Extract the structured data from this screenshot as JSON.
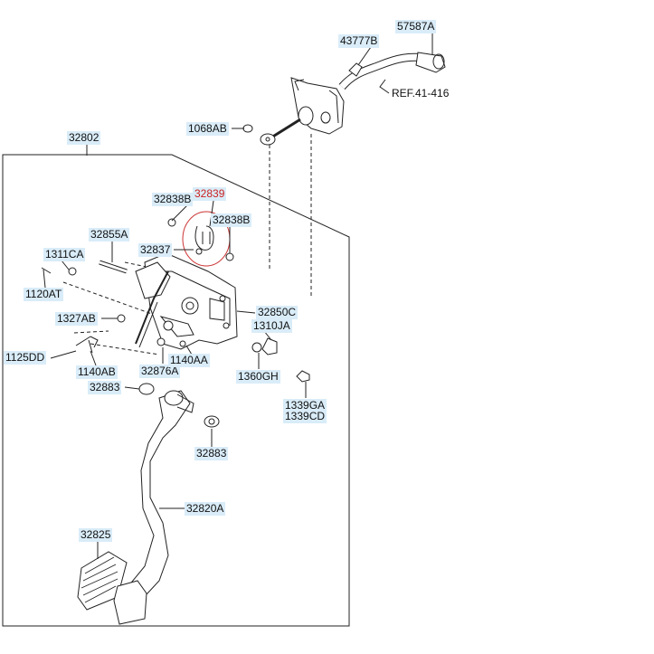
{
  "labels": {
    "p57587A": "57587A",
    "p43777B": "43777B",
    "ref": "REF.41-416",
    "p1068AB": "1068AB",
    "p32802": "32802",
    "p32838B_a": "32838B",
    "p32839": "32839",
    "p32838B_b": "32838B",
    "p32855A": "32855A",
    "p32837": "32837",
    "p1311CA": "1311CA",
    "p1120AT": "1120AT",
    "p1327AB": "1327AB",
    "p32850C": "32850C",
    "p1310JA": "1310JA",
    "p1125DD": "1125DD",
    "p1140AB": "1140AB",
    "p32876A": "32876A",
    "p1140AA": "1140AA",
    "p1360GH": "1360GH",
    "p32883_a": "32883",
    "p1339GA": "1339GA",
    "p1339CD": "1339CD",
    "p32883_b": "32883",
    "p32820A": "32820A",
    "p32825": "32825"
  },
  "colors": {
    "label_bg": "#d9ecf8",
    "highlight": "#cc2222",
    "line": "#222222"
  }
}
